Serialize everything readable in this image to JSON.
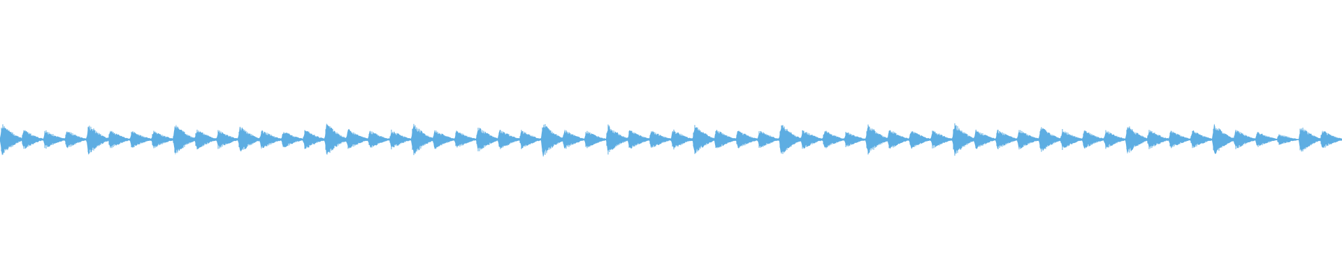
{
  "waveform": {
    "color": "#5dade2",
    "background": "#ffffff",
    "pulse_count": 62,
    "amplitude_profile": [
      0.62,
      0.38,
      0.36,
      0.35,
      0.58,
      0.37,
      0.34,
      0.36,
      0.6,
      0.4,
      0.36,
      0.52,
      0.37,
      0.33,
      0.38,
      0.62,
      0.4,
      0.35,
      0.36,
      0.6,
      0.38,
      0.34,
      0.5,
      0.4,
      0.36,
      0.66,
      0.38,
      0.35,
      0.55,
      0.39,
      0.36,
      0.38,
      0.56,
      0.4,
      0.36,
      0.35,
      0.6,
      0.38,
      0.36,
      0.3,
      0.6,
      0.39,
      0.36,
      0.35,
      0.62,
      0.38,
      0.37,
      0.4,
      0.5,
      0.38,
      0.36,
      0.35,
      0.55,
      0.38,
      0.35,
      0.36,
      0.58,
      0.38,
      0.3,
      0.22,
      0.5,
      0.36
    ]
  }
}
